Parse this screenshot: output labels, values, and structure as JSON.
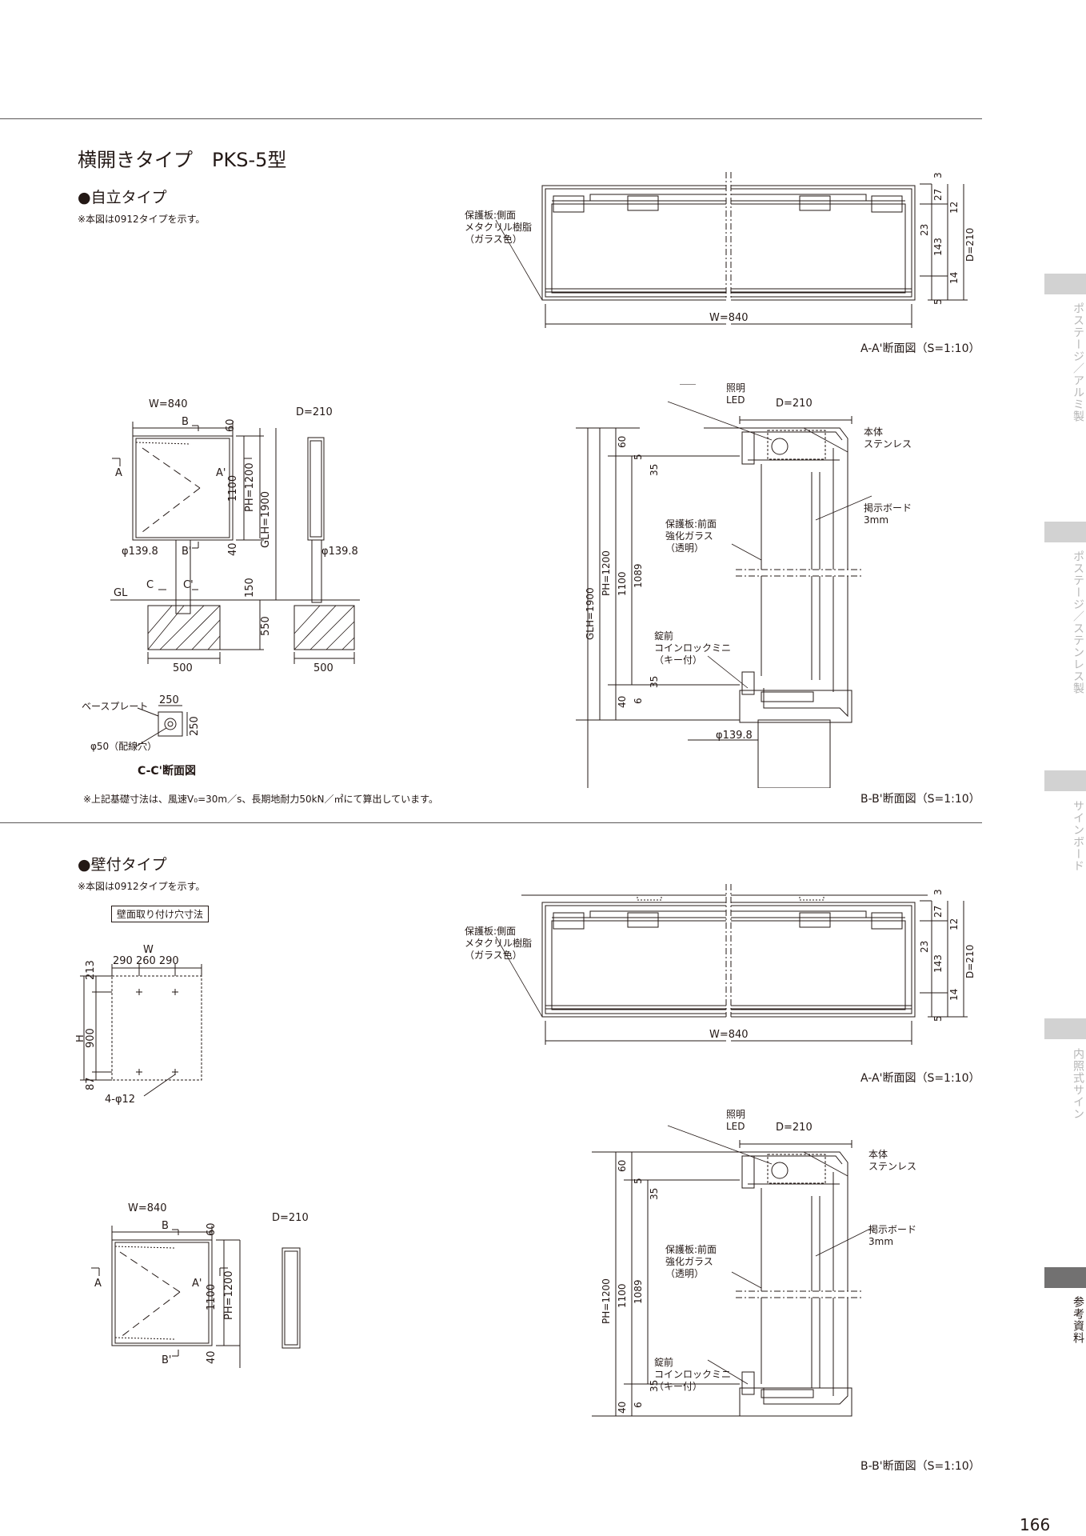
{
  "page": {
    "title": "横開きタイプ　PKS-5型",
    "page_number": "166"
  },
  "sidebar": {
    "tabs": [
      {
        "label": "ポステージ／アルミ製"
      },
      {
        "label": "ポステージ／ステンレス製"
      },
      {
        "label": "サインボード"
      },
      {
        "label": "内照式サイン"
      },
      {
        "label": "参考資料"
      }
    ]
  },
  "standalone": {
    "heading": "●自立タイプ",
    "note": "※本図は0912タイプを示す。",
    "footnote": "※上記基礎寸法は、風速V₀=30m／s、長期地耐力50kN／㎡にて算出しています。",
    "cc_caption": "C-C'断面図",
    "aa_caption": "A-A'断面図（S=1:10）",
    "bb_caption": "B-B'断面図（S=1:10）",
    "front": {
      "w": "W=840",
      "b_top": "B",
      "b_bot": "B'",
      "a_l": "A",
      "a_r": "A'",
      "d60": "60",
      "d1100": "1100",
      "d40": "40",
      "ph": "PH=1200",
      "glh": "GLH=1900",
      "pole": "φ139.8",
      "c_l": "C",
      "c_r": "C'",
      "gl": "GL",
      "d150": "150",
      "d550": "550",
      "d500": "500"
    },
    "side": {
      "d": "D=210",
      "pole": "φ139.8",
      "d500": "500"
    },
    "cc": {
      "base_plate": "ベースプレート",
      "s250a": "250",
      "s250b": "250",
      "hole": "φ50（配線穴）"
    },
    "aa": {
      "side_panel_1": "保護板:側面",
      "side_panel_2": "メタクリル樹脂",
      "side_panel_3": "（ガラス色）",
      "w": "W=840",
      "d3": "3",
      "d27": "27",
      "d12": "12",
      "d23": "23",
      "d143": "143",
      "d": "D=210",
      "d14": "14",
      "d5": "5"
    },
    "bb": {
      "light_1": "照明",
      "light_2": "LED",
      "d": "D=210",
      "body_1": "本体",
      "body_2": "ステンレス",
      "board_1": "掲示ボード",
      "board_2": "3mm",
      "front_1": "保護板:前面",
      "front_2": "強化ガラス",
      "front_3": "（透明）",
      "lock_1": "錠前",
      "lock_2": "コインロックミニ",
      "lock_3": "（キー付）",
      "d60": "60",
      "d5": "5",
      "d35a": "35",
      "glh": "GLH=1900",
      "ph": "PH=1200",
      "d1100": "1100",
      "d1089": "1089",
      "d35b": "35",
      "d40": "40",
      "d6": "6",
      "pole": "φ139.8"
    }
  },
  "wall": {
    "heading": "●壁付タイプ",
    "note": "※本図は0912タイプを示す。",
    "hole_box": "壁面取り付け穴寸法",
    "aa_caption": "A-A'断面図（S=1:10）",
    "bb_caption": "B-B'断面図（S=1:10）",
    "holes": {
      "w": "W",
      "w_parts": "290 260 290",
      "h": "H",
      "d213": "213",
      "d900": "900",
      "d87": "87",
      "hole": "4-φ12"
    },
    "front": {
      "w": "W=840",
      "b_top": "B",
      "b_bot": "B'",
      "a_l": "A",
      "a_r": "A'",
      "d60": "60",
      "d1100": "1100",
      "d40": "40",
      "ph": "PH=1200"
    },
    "side": {
      "d": "D=210"
    },
    "aa": {
      "side_panel_1": "保護板:側面",
      "side_panel_2": "メタクリル樹脂",
      "side_panel_3": "（ガラス色）",
      "w": "W=840",
      "d3": "3",
      "d27": "27",
      "d12": "12",
      "d23": "23",
      "d143": "143",
      "d": "D=210",
      "d14": "14",
      "d5": "5"
    },
    "bb": {
      "light_1": "照明",
      "light_2": "LED",
      "d": "D=210",
      "body_1": "本体",
      "body_2": "ステンレス",
      "board_1": "掲示ボード",
      "board_2": "3mm",
      "front_1": "保護板:前面",
      "front_2": "強化ガラス",
      "front_3": "（透明）",
      "lock_1": "錠前",
      "lock_2": "コインロックミニ",
      "lock_3": "（キー付）",
      "d60": "60",
      "d5": "5",
      "d35a": "35",
      "ph": "PH=1200",
      "d1100": "1100",
      "d1089": "1089",
      "d35b": "35",
      "d40": "40",
      "d6": "6"
    }
  }
}
